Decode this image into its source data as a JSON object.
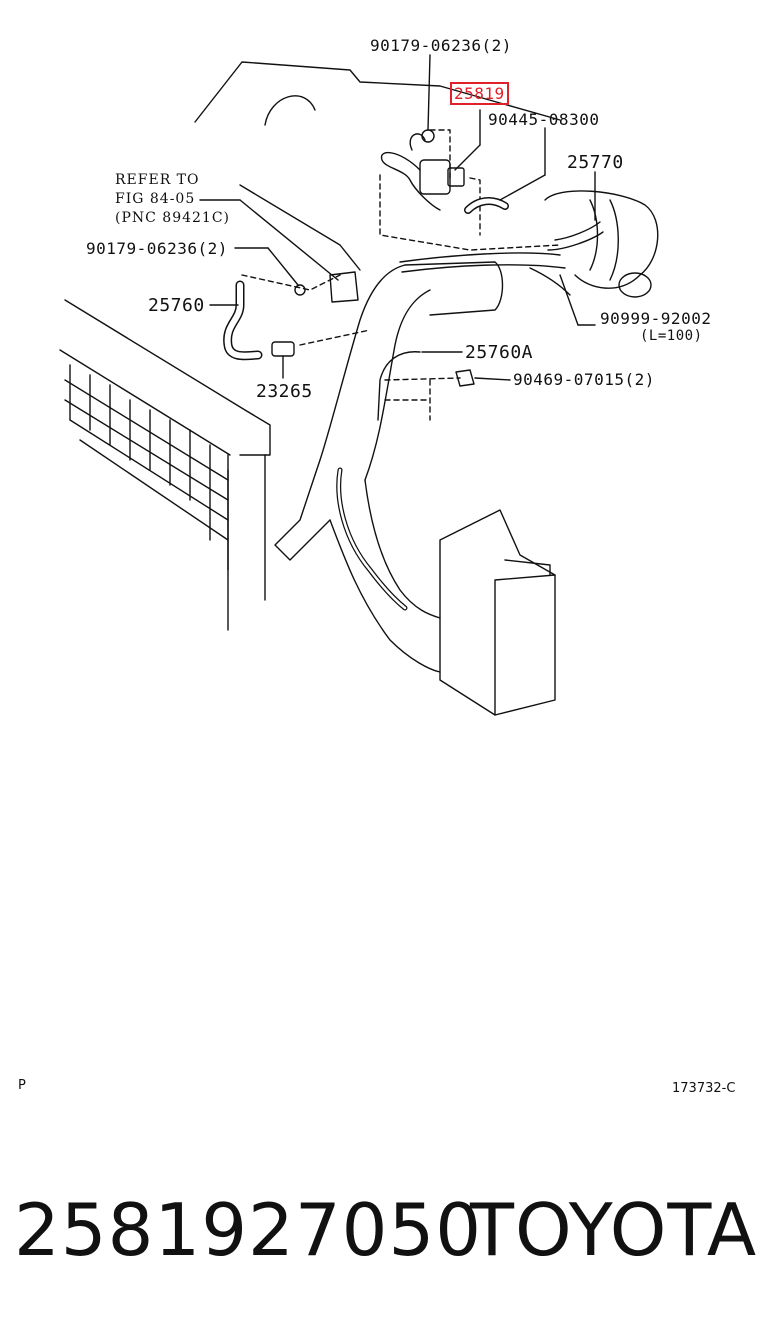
{
  "labels": {
    "pn_top_clamp": "90179-06236(2)",
    "pn_highlight": "25819",
    "pn_90445": "90445-08300",
    "pn_25770": "25770",
    "refer_line1": "REFER TO",
    "refer_line2": "FIG  84-05",
    "refer_line3": "(PNC 89421C)",
    "pn_left_clamp": "90179-06236(2)",
    "pn_25760": "25760",
    "pn_25760a": "25760A",
    "pn_23265": "23265",
    "pn_90469": "90469-07015(2)",
    "pn_90999": "90999-92002",
    "pn_length": "(L=100)"
  },
  "footer": {
    "left_mark": "P",
    "ref_code": "173732-C"
  },
  "part": {
    "number": "2581927050",
    "brand": "TOYOTA"
  },
  "colors": {
    "highlight": "#e0202a",
    "line": "#111111"
  }
}
